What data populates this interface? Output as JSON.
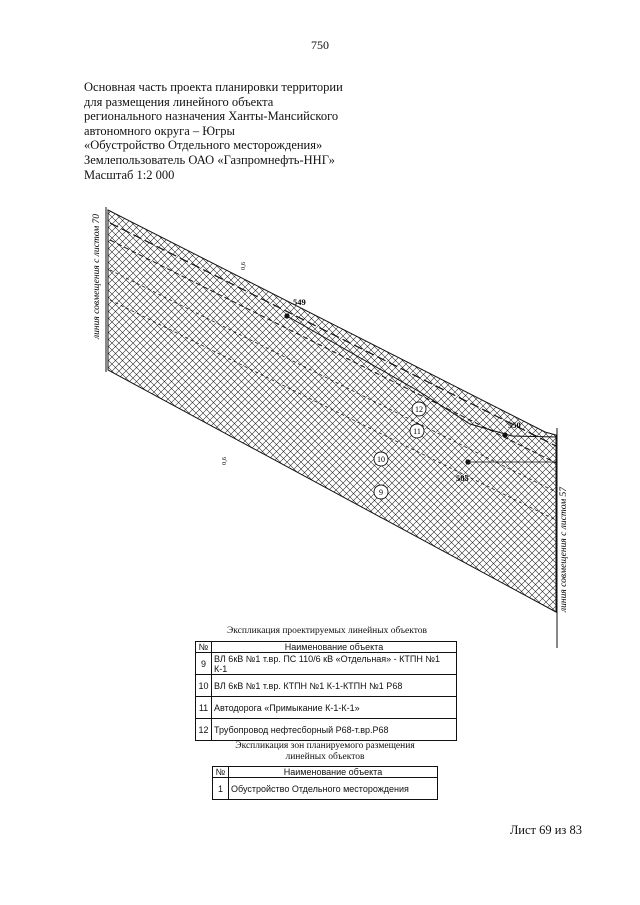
{
  "page_number": "750",
  "header_lines": [
    "Основная часть проекта планировки территории",
    "для размещения линейного объекта",
    "регионального назначения Ханты-Мансийского",
    "автономного округа – Югры",
    "«Обустройство Отдельного месторождения»",
    "Землепользователь ОАО «Газпромнефть-ННГ»",
    "Масштаб 1:2 000"
  ],
  "map": {
    "left_match_line_label": "линия совмещения с листом 70",
    "right_match_line_label": "линия совмещения с листом 57",
    "point_labels": [
      "549",
      "550",
      "585"
    ],
    "object_markers": [
      "12",
      "11",
      "10",
      "9"
    ],
    "small_labels": [
      "0,6",
      "0,6"
    ]
  },
  "table1": {
    "title": "Экспликация проектируемых линейных объектов",
    "col_num": "№",
    "col_name": "Наименование объекта",
    "rows": [
      {
        "num": "9",
        "name": "ВЛ 6кВ №1 т.вр. ПС 110/6 кВ «Отдельная» - КТПН №1 К-1"
      },
      {
        "num": "10",
        "name": "ВЛ 6кВ №1 т.вр. КТПН №1 К-1-КТПН №1 Р68"
      },
      {
        "num": "11",
        "name": "Автодорога «Примыкание К-1-К-1»"
      },
      {
        "num": "12",
        "name": "Трубопровод нефтесборный Р68-т.вр.Р68"
      }
    ]
  },
  "table2": {
    "title_line1": "Экспликация зон планируемого размещения",
    "title_line2": "линейных объектов",
    "col_num": "№",
    "col_name": "Наименование объекта",
    "rows": [
      {
        "num": "1",
        "name": "Обустройство Отдельного месторождения"
      }
    ]
  },
  "sheet_footer": "Лист 69 из 83"
}
